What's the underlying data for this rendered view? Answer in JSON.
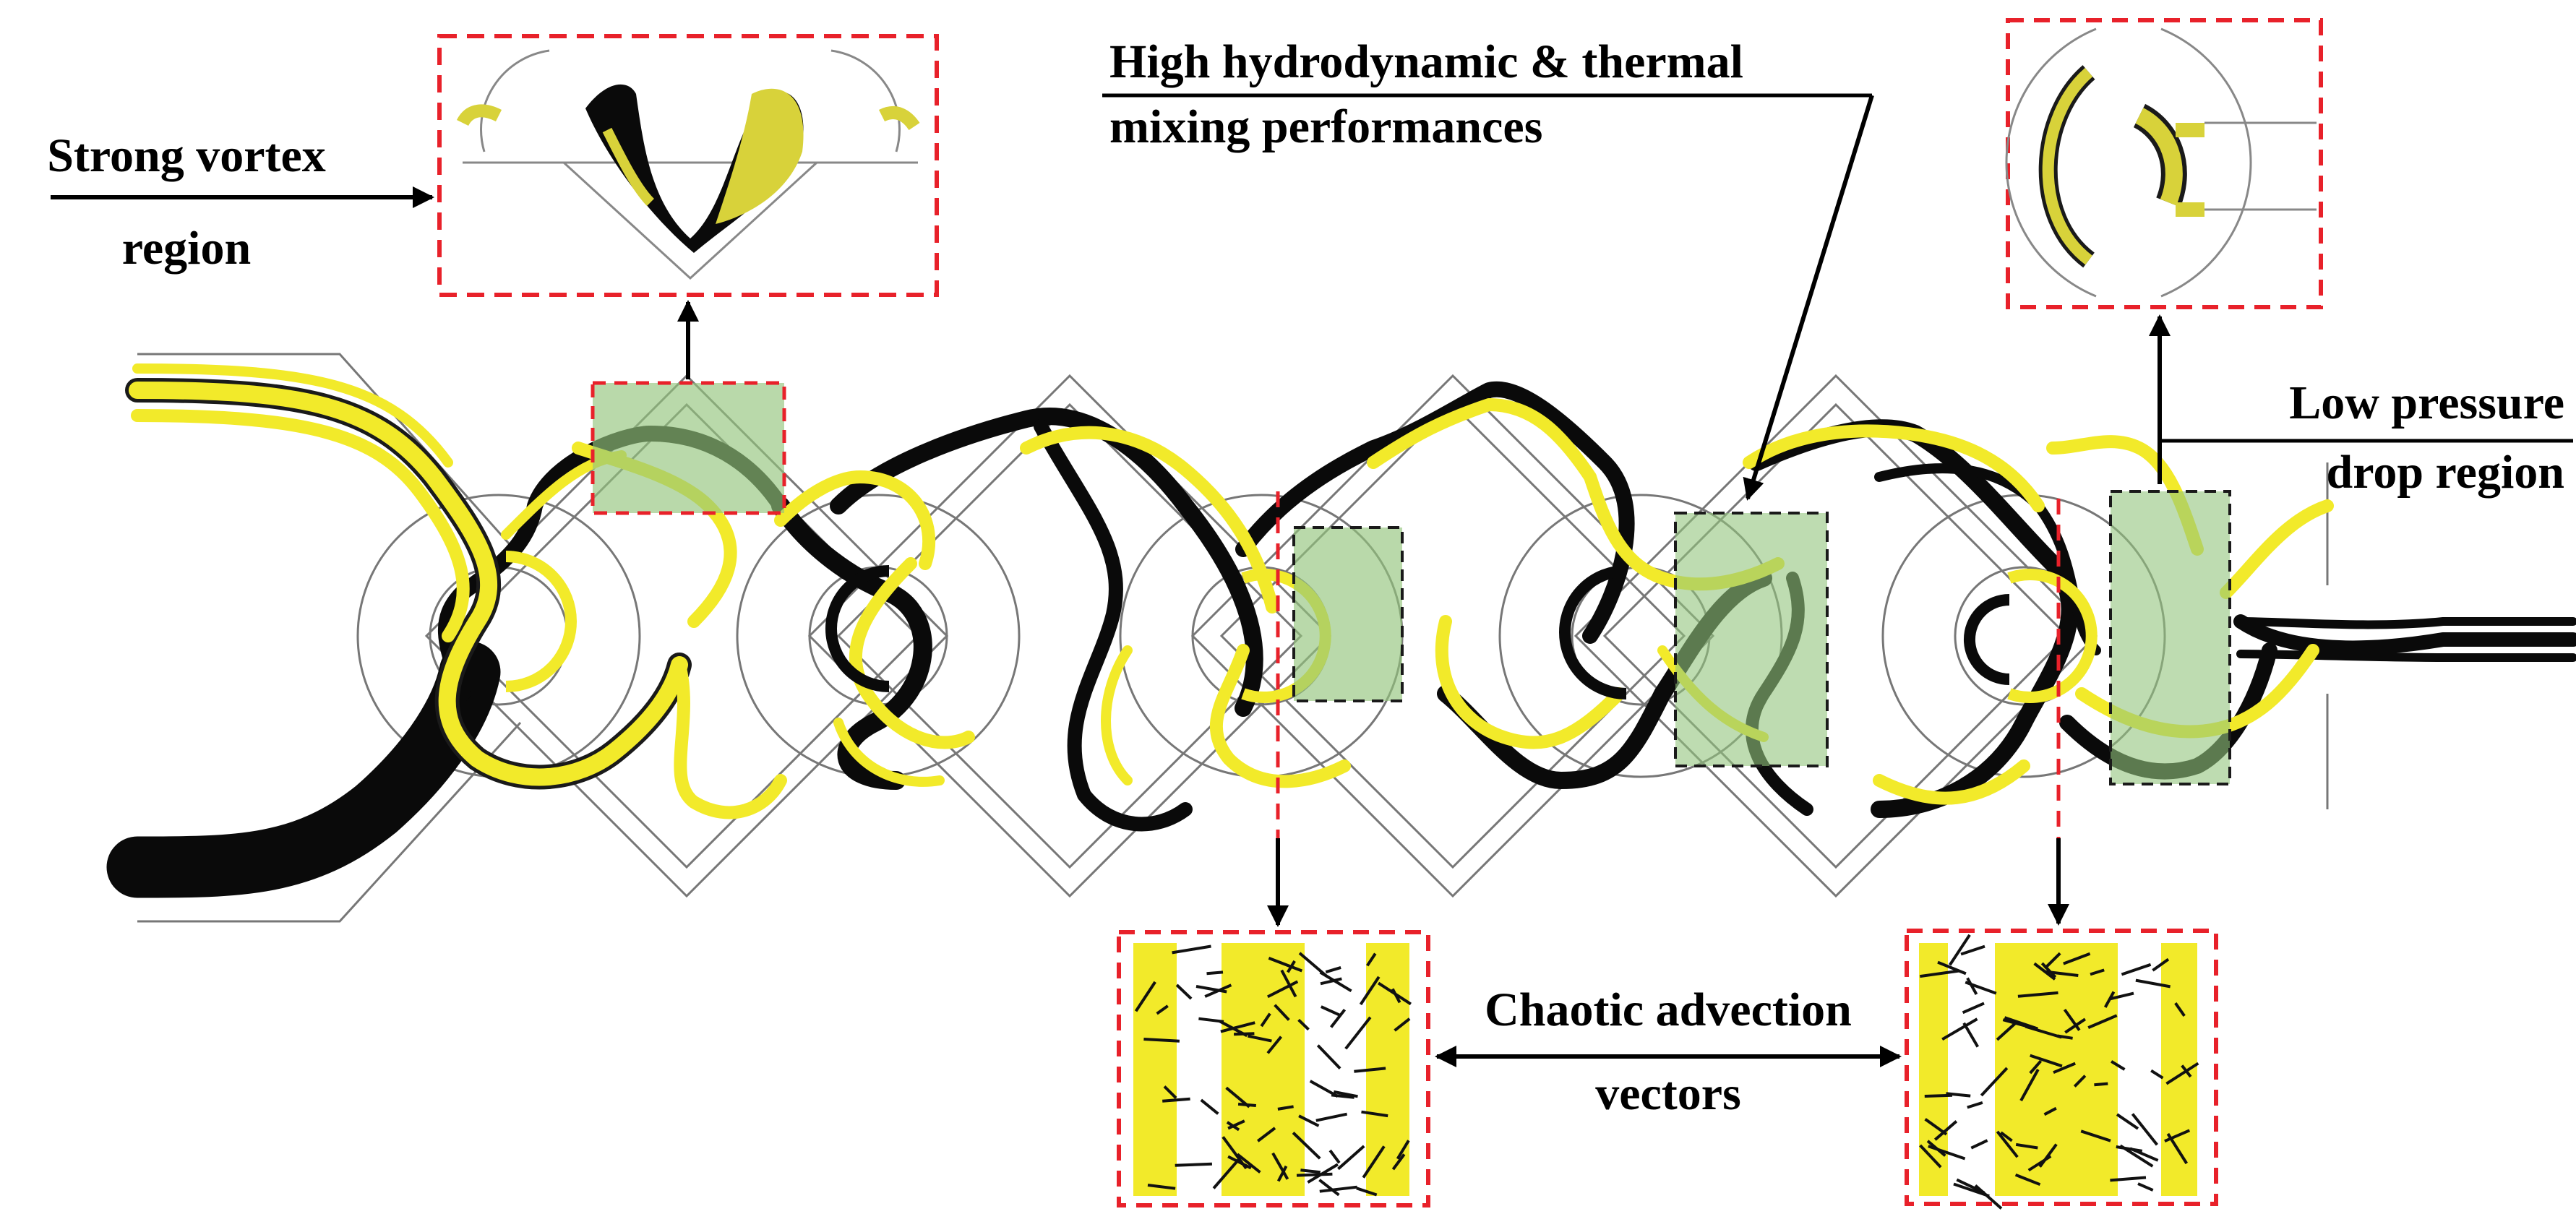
{
  "labels": {
    "strong_vortex_line1": "Strong vortex",
    "strong_vortex_line2": "region",
    "high_mixing_line1": "High hydrodynamic & thermal",
    "high_mixing_line2": "mixing performances",
    "low_pressure_line1": "Low pressure",
    "low_pressure_line2": "drop region",
    "chaotic_line1": "Chaotic advection",
    "chaotic_line2": "vectors"
  },
  "colors": {
    "streamline_yellow": "#f2ea2a",
    "streamline_black": "#0a0a0a",
    "highlight_green": "#93c47d",
    "dashed_red": "#e8212a",
    "dashed_black": "#1a1a1a",
    "channel_outline": "#777777"
  },
  "icons": {
    "arrow": "arrow-icon"
  }
}
